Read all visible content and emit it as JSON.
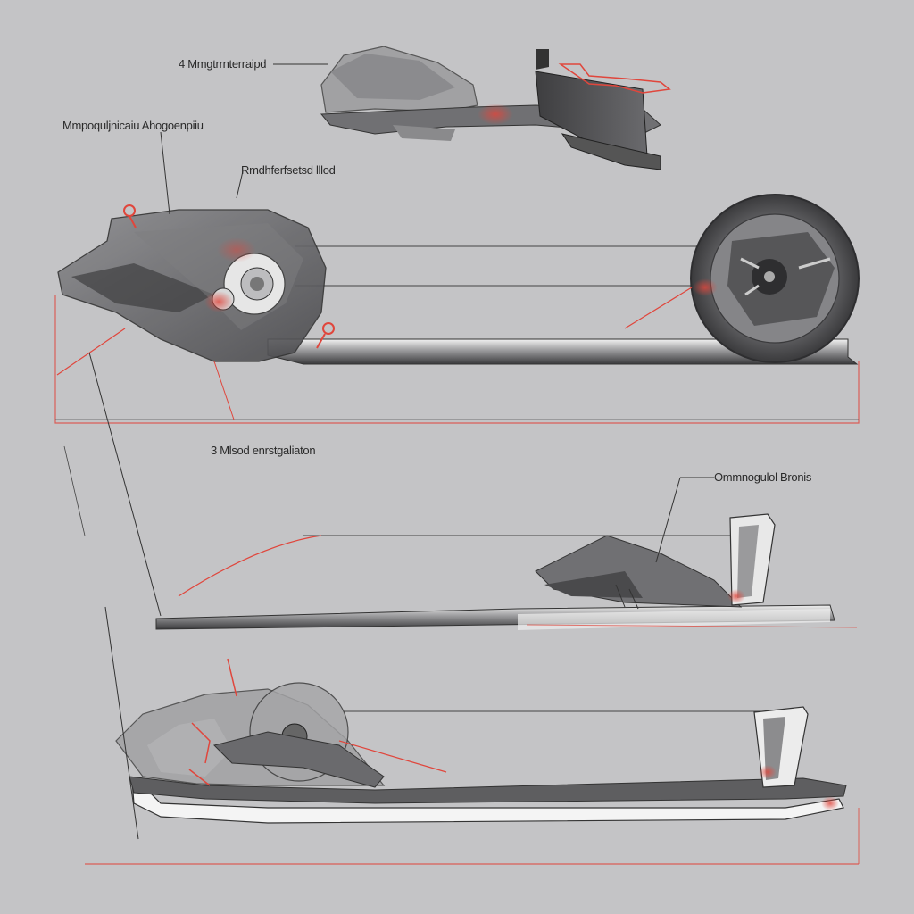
{
  "labels": {
    "l1": "4 Mmgtrrnterraipd",
    "l2": "Mmpoquljnicaiu Ahogoenpiiu",
    "l3": "Rmdhferfsetsd lllod",
    "l4": "3   Mlsod enrstgaliaton",
    "l5": "Ommnogulol Bronis"
  },
  "colors": {
    "background": "#c4c4c6",
    "accent_red": "#e0463c",
    "body_grey": "#5e5e60",
    "line_grey": "#3a3a3a"
  }
}
